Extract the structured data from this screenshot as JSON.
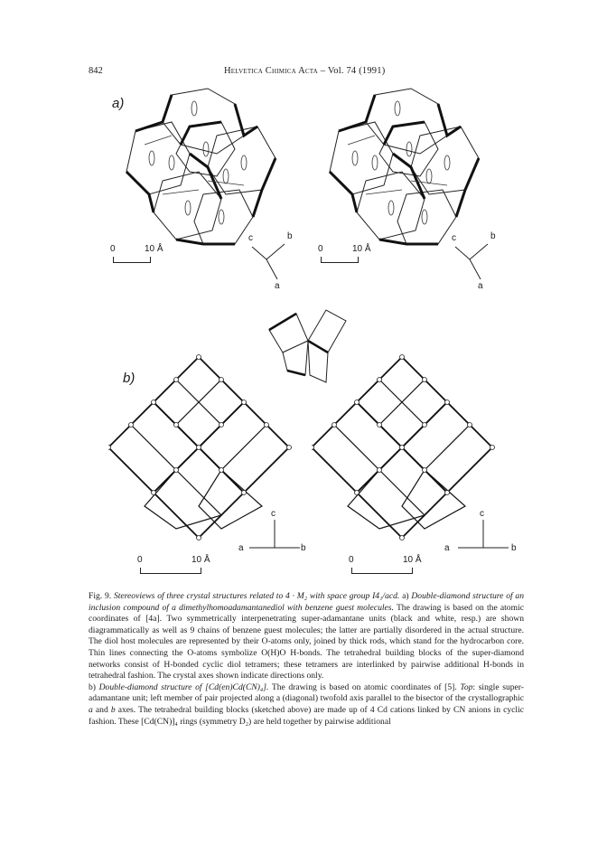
{
  "header": {
    "page_number": "842",
    "journal_name": "Helvetica Chimica Acta",
    "volume_year": " – Vol. 74 (1991)"
  },
  "figure": {
    "panel_a_label": "a)",
    "panel_b_label": "b)",
    "scale_zero": "0",
    "scale_ten": "10 Å",
    "axis_a": "a",
    "axis_b": "b",
    "axis_c": "c"
  },
  "caption": {
    "fig_number": "Fig. 9.",
    "fig_title": "Stereoviews of three crystal structures related to 4 · M₂ with space group I4₁/acd.",
    "part_a_label": "a)",
    "part_a_title": "Double-diamond structure of an inclusion compound of a dimethylhomoadamantanediol with benzene guest molecules.",
    "part_a_text": "The drawing is based on the atomic coordinates of [4a]. Two symmetrically interpenetrating super-adamantane units (black and white, resp.) are shown diagrammatically as well as 9 chains of benzene guest molecules; the latter are partially disordered in the actual structure. The diol host molecules are represented by their O-atoms only, joined by thick rods, which stand for the hydrocarbon core. Thin lines connecting the O-atoms symbolize O(H)O H-bonds. The tetrahedral building blocks of the super-diamond networks consist of H-bonded cyclic diol tetramers; these tetramers are interlinked by pairwise additional H-bonds in tetrahedral fashion. The crystal axes shown indicate directions only.",
    "part_b_label": "b)",
    "part_b_title": "Double-diamond structure of [Cd(en)Cd(CN)₄].",
    "part_b_text_1": "The drawing is based on atomic coordinates of [5].",
    "part_b_top_label": "Top",
    "part_b_text_2": ": single super-adamantane unit; left member of pair projected along a (diagonal) twofold axis parallel to the bisector of the crystallographic",
    "part_b_axis_a": "a",
    "part_b_and": "and",
    "part_b_axis_b": "b",
    "part_b_text_3": "axes. The tetrahedral building blocks (sketched above) are made up of 4 Cd cations linked by CN anions in cyclic fashion. These [Cd(CN)]₄ rings (symmetry D₂) are held together by pairwise additional"
  }
}
